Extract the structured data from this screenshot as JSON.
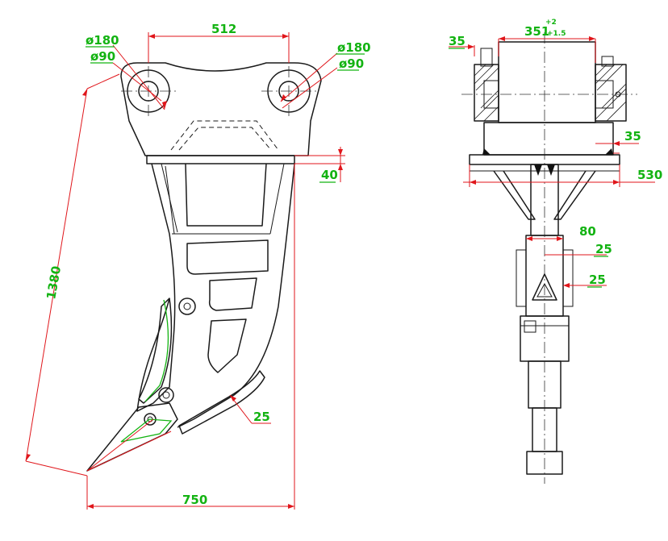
{
  "dimensions": {
    "width_top": "512",
    "hole_outer_left": "ø180",
    "hole_inner_left": "ø90",
    "hole_outer_right": "ø180",
    "hole_inner_right": "ø90",
    "diagonal_length": "1380",
    "plate_thickness_side": "40",
    "tip_offset": "25",
    "bottom_width": "750",
    "ear_thickness": "35",
    "ear_gap": "351",
    "ear_gap_tol_upper": "+2",
    "ear_gap_tol_lower": "+1.5",
    "plate_thickness_front": "35",
    "plate_width": "530",
    "shank_width": "80",
    "shank_plate_1": "25",
    "shank_plate_2": "25"
  },
  "colors": {
    "dimension_line": "#e0161b",
    "dimension_text": "#13b312",
    "outline": "#1a1a1a"
  }
}
